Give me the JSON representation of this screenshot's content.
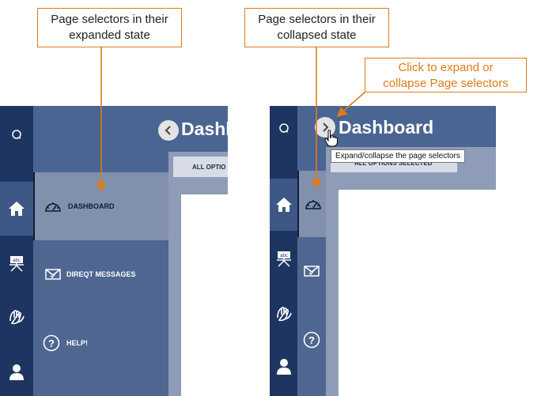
{
  "callouts": {
    "expanded": [
      "Page selectors in their",
      "expanded state"
    ],
    "collapsed": [
      "Page selectors in their",
      "collapsed state"
    ],
    "toggle": [
      "Click to expand or",
      "collapse Page selectors"
    ]
  },
  "left_panel": {
    "title_partial": "Dashb",
    "filter_partial": "ALL OPTIO",
    "page_selectors": [
      {
        "label": "DASHBOARD",
        "icon": "speedometer-icon",
        "active": true
      },
      {
        "label": "DIREQT MESSAGES",
        "icon": "envelope-icon",
        "active": false
      },
      {
        "label": "HELP!",
        "icon": "question-circle-icon",
        "active": false
      }
    ]
  },
  "right_panel": {
    "title": "Dashboard",
    "filter": "ALL OPTIONS SELECTED",
    "tooltip": "Expand/collapse the page selectors"
  },
  "rail_icons": [
    "search-icon",
    "home-icon",
    "abc-board-icon",
    "hands-icon",
    "user-icon"
  ],
  "colors": {
    "accent_orange": "#e07b1a",
    "rail": "#1e3561",
    "page_selector_bg": "#4e6690",
    "active_item": "#8090ad",
    "header": "#4a6592"
  }
}
